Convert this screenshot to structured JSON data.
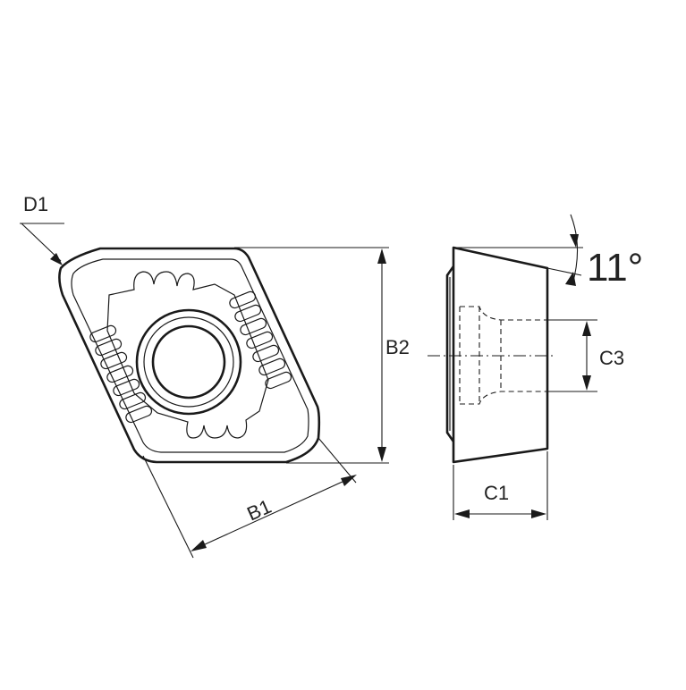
{
  "dimensions": {
    "d1": "D1",
    "b1": "B1",
    "b2": "B2",
    "c1": "C1",
    "c3": "C3",
    "angle": "11°"
  },
  "colors": {
    "line": "#1a1a1a",
    "background": "#ffffff"
  }
}
